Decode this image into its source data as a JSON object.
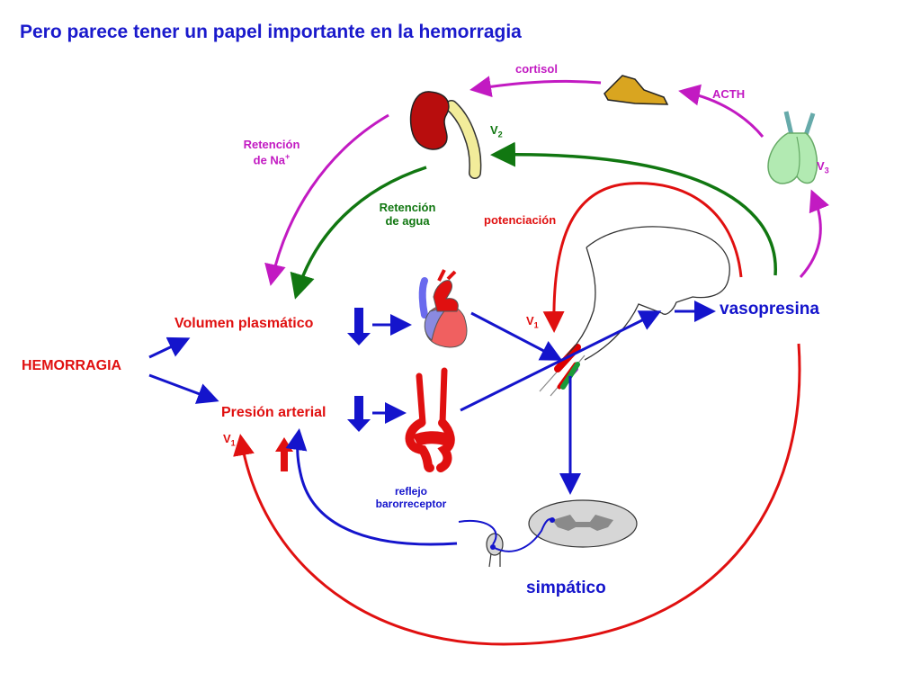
{
  "title": "Pero parece tener un papel importante en la hemorragia",
  "nodes": {
    "hemorragia": "HEMORRAGIA",
    "volumen": "Volumen plasmático",
    "presion": "Presión arterial",
    "vasopresina": "vasopresina",
    "simpatico": "simpático"
  },
  "labels": {
    "cortisol": "cortisol",
    "acth": "ACTH",
    "retencion_na_1": "Retención",
    "retencion_na_2": "de Na",
    "retencion_na_sup": "+",
    "retencion_agua_1": "Retención",
    "retencion_agua_2": "de agua",
    "potenciacion": "potenciación",
    "reflejo_1": "reflejo",
    "reflejo_2": "barorreceptor"
  },
  "receptors": {
    "v2_letter": "V",
    "v2_num": "2",
    "v3_letter": "V",
    "v3_num": "3",
    "v1a_letter": "V",
    "v1a_num": "1",
    "v1b_letter": "V",
    "v1b_num": "1"
  },
  "colors": {
    "blue": "#1414cc",
    "red": "#e01010",
    "green": "#117711",
    "magenta": "#c21ac2",
    "kidney": "#b80d0d",
    "adrenal": "#d9a520",
    "pituitary": "#b2eab2"
  }
}
